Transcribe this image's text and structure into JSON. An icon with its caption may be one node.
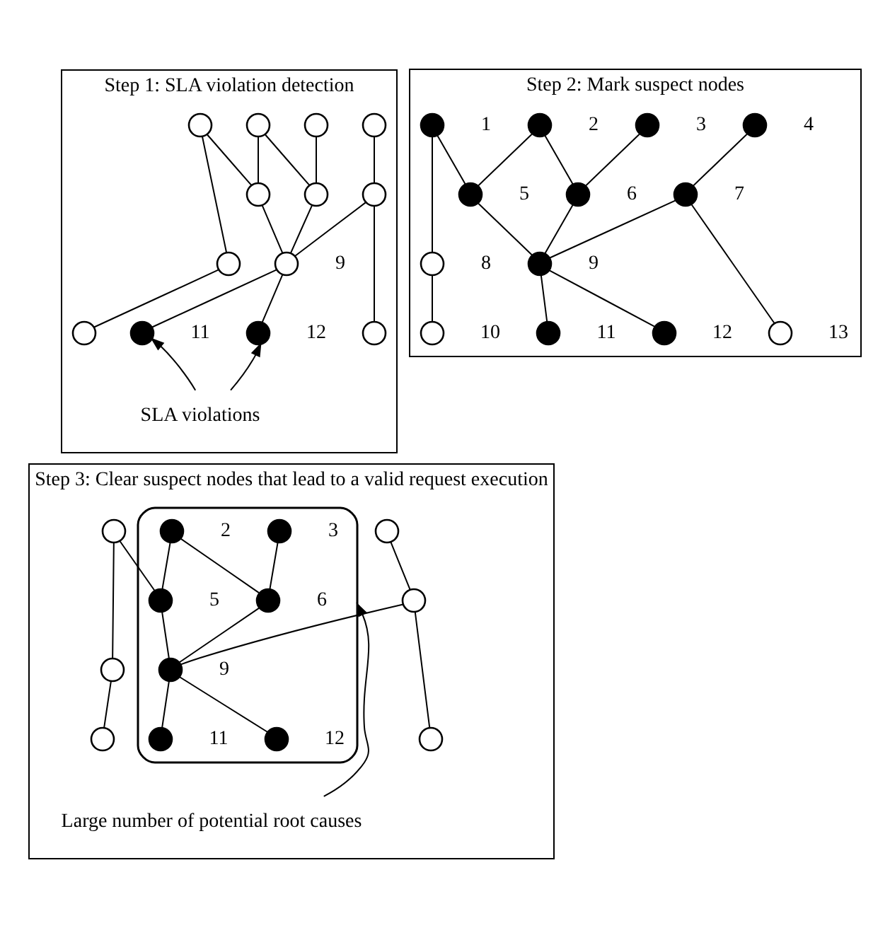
{
  "diagram": {
    "nodes": [
      {
        "text": [
          "Step 1: SLA violation detection"
        ]
      },
      {
        "text": [],
        "shape": "circle",
        "in": 0
      },
      {
        "text": [],
        "shape": "circle",
        "in": 0
      },
      {
        "text": [],
        "shape": "circle",
        "in": 0
      },
      {
        "text": [],
        "shape": "circle",
        "in": 0
      },
      {
        "text": [],
        "shape": "circle",
        "in": 0
      },
      {
        "text": [],
        "shape": "circle",
        "in": 0
      },
      {
        "text": [],
        "shape": "circle",
        "in": 0
      },
      {
        "text": [],
        "shape": "circle",
        "in": 0
      },
      {
        "text": [],
        "shape": "circle",
        "in": 0,
        "beside": [
          "9"
        ]
      },
      {
        "text": [],
        "shape": "circle",
        "in": 0
      },
      {
        "text": [],
        "shape": "circle",
        "in": 0,
        "beside": [
          "11"
        ]
      },
      {
        "text": [],
        "shape": "circle",
        "in": 0,
        "beside": [
          "12"
        ]
      },
      {
        "text": [],
        "shape": "circle",
        "in": 0
      },
      {
        "text": [
          "SLA violations"
        ],
        "in": 0
      },
      {
        "text": [
          "Step 2: Mark suspect nodes"
        ]
      },
      {
        "text": [],
        "shape": "circle",
        "in": 15,
        "beside": [
          "1"
        ]
      },
      {
        "text": [],
        "shape": "circle",
        "in": 15,
        "beside": [
          "2"
        ]
      },
      {
        "text": [],
        "shape": "circle",
        "in": 15,
        "beside": [
          "3"
        ]
      },
      {
        "text": [],
        "shape": "circle",
        "in": 15,
        "beside": [
          "4"
        ]
      },
      {
        "text": [],
        "shape": "circle",
        "in": 15,
        "beside": [
          "5"
        ]
      },
      {
        "text": [],
        "shape": "circle",
        "in": 15,
        "beside": [
          "6"
        ]
      },
      {
        "text": [],
        "shape": "circle",
        "in": 15,
        "beside": [
          "7"
        ]
      },
      {
        "text": [],
        "shape": "circle",
        "in": 15,
        "beside": [
          "8"
        ]
      },
      {
        "text": [],
        "shape": "circle",
        "in": 15,
        "beside": [
          "9"
        ]
      },
      {
        "text": [],
        "shape": "circle",
        "in": 15,
        "beside": [
          "10"
        ]
      },
      {
        "text": [],
        "shape": "circle",
        "in": 15,
        "beside": [
          "11"
        ]
      },
      {
        "text": [],
        "shape": "circle",
        "in": 15,
        "beside": [
          "12"
        ]
      },
      {
        "text": [],
        "shape": "circle",
        "in": 15,
        "beside": [
          "13"
        ]
      },
      {
        "text": [
          "Step 3: Clear suspect nodes that lead to a valid request execution"
        ]
      },
      {
        "text": [],
        "shape": "circle",
        "in": 29
      },
      {
        "text": [],
        "shape": "ellipse",
        "in": 29
      },
      {
        "text": [],
        "shape": "circle",
        "in": 31,
        "beside": [
          "2"
        ]
      },
      {
        "text": [],
        "shape": "circle",
        "in": 31,
        "beside": [
          "3"
        ]
      },
      {
        "text": [],
        "shape": "circle",
        "in": 31,
        "beside": [
          "5"
        ]
      },
      {
        "text": [],
        "shape": "circle",
        "in": 31,
        "beside": [
          "6"
        ]
      },
      {
        "text": [],
        "shape": "circle",
        "in": 31,
        "beside": [
          "9"
        ]
      },
      {
        "text": [],
        "shape": "circle",
        "in": 31,
        "beside": [
          "11"
        ]
      },
      {
        "text": [],
        "shape": "circle",
        "in": 31,
        "beside": [
          "12"
        ]
      },
      {
        "text": [],
        "shape": "circle",
        "in": 29
      },
      {
        "text": [],
        "shape": "circle",
        "in": 29
      },
      {
        "text": [],
        "shape": "circle",
        "in": 29
      },
      {
        "text": [],
        "shape": "circle",
        "in": 29
      },
      {
        "text": [],
        "shape": "circle",
        "in": 29
      },
      {
        "text": [
          "Large number of potential root causes"
        ],
        "in": 29
      }
    ],
    "edges": [
      {
        "from": 1,
        "to": 5,
        "arrow": "none"
      },
      {
        "from": 1,
        "to": 8,
        "arrow": "none"
      },
      {
        "from": 2,
        "to": 5,
        "arrow": "none"
      },
      {
        "from": 2,
        "to": 6,
        "arrow": "none"
      },
      {
        "from": 3,
        "to": 6,
        "arrow": "none"
      },
      {
        "from": 4,
        "to": 7,
        "arrow": "none"
      },
      {
        "from": 5,
        "to": 9,
        "arrow": "none"
      },
      {
        "from": 6,
        "to": 9,
        "arrow": "none"
      },
      {
        "from": 7,
        "to": 9,
        "arrow": "none"
      },
      {
        "from": 7,
        "to": 13,
        "arrow": "none"
      },
      {
        "from": 8,
        "to": 10,
        "arrow": "none"
      },
      {
        "from": 9,
        "to": 11,
        "arrow": "none"
      },
      {
        "from": 9,
        "to": 12,
        "arrow": "none"
      },
      {
        "from": 14,
        "to": 11,
        "arrow": "to"
      },
      {
        "from": 14,
        "to": 12,
        "arrow": "to"
      },
      {
        "from": 16,
        "to": 20,
        "arrow": "none"
      },
      {
        "from": 16,
        "to": 23,
        "arrow": "none"
      },
      {
        "from": 17,
        "to": 20,
        "arrow": "none"
      },
      {
        "from": 17,
        "to": 21,
        "arrow": "none"
      },
      {
        "from": 18,
        "to": 21,
        "arrow": "none"
      },
      {
        "from": 19,
        "to": 22,
        "arrow": "none"
      },
      {
        "from": 20,
        "to": 24,
        "arrow": "none"
      },
      {
        "from": 21,
        "to": 24,
        "arrow": "none"
      },
      {
        "from": 22,
        "to": 24,
        "arrow": "none"
      },
      {
        "from": 22,
        "to": 28,
        "arrow": "none"
      },
      {
        "from": 23,
        "to": 25,
        "arrow": "none"
      },
      {
        "from": 24,
        "to": 26,
        "arrow": "none"
      },
      {
        "from": 24,
        "to": 27,
        "arrow": "none"
      },
      {
        "from": 30,
        "to": 34,
        "arrow": "none"
      },
      {
        "from": 30,
        "to": 41,
        "arrow": "none"
      },
      {
        "from": 32,
        "to": 34,
        "arrow": "none"
      },
      {
        "from": 32,
        "to": 35,
        "arrow": "none"
      },
      {
        "from": 33,
        "to": 35,
        "arrow": "none"
      },
      {
        "from": 39,
        "to": 40,
        "arrow": "none"
      },
      {
        "from": 34,
        "to": 36,
        "arrow": "none"
      },
      {
        "from": 35,
        "to": 36,
        "arrow": "none"
      },
      {
        "from": 40,
        "to": 36,
        "arrow": "none"
      },
      {
        "from": 40,
        "to": 43,
        "arrow": "none"
      },
      {
        "from": 41,
        "to": 42,
        "arrow": "none"
      },
      {
        "from": 36,
        "to": 37,
        "arrow": "none"
      },
      {
        "from": 36,
        "to": 38,
        "arrow": "none"
      },
      {
        "from": 44,
        "to": 31,
        "arrow": "to"
      }
    ]
  }
}
